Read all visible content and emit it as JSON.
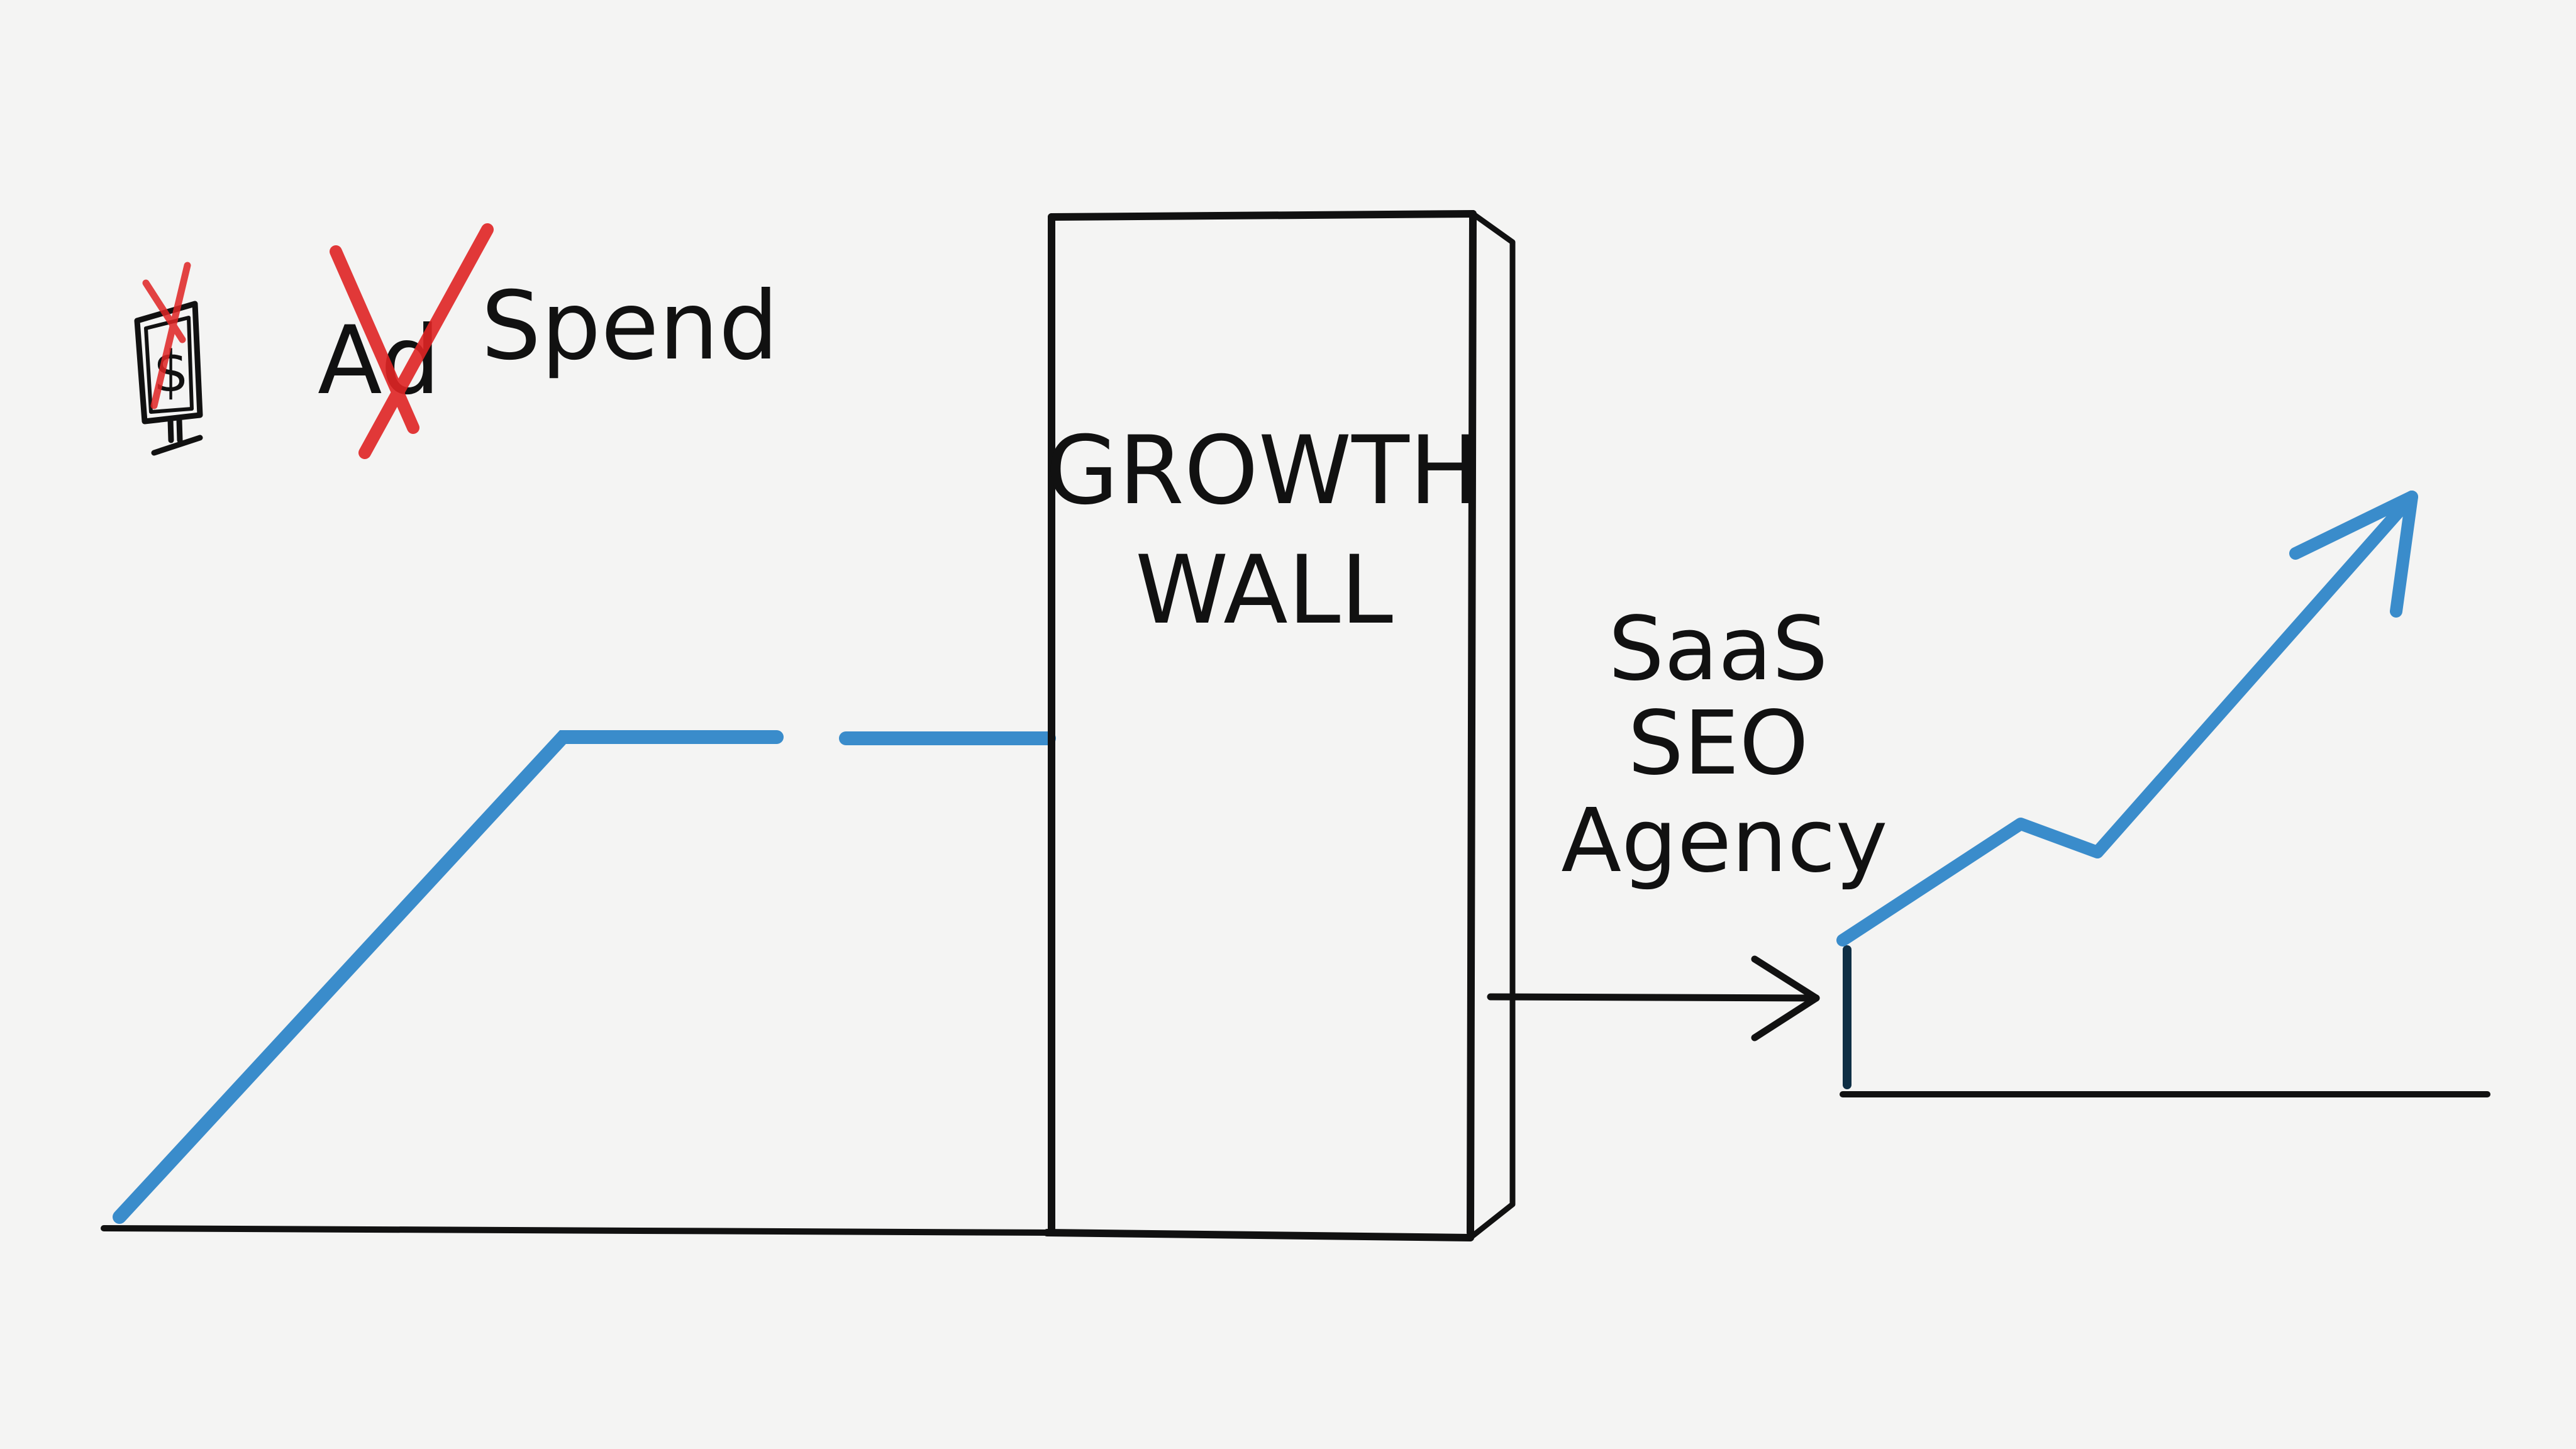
{
  "labels": {
    "ad_word": "Ad",
    "spend_word": "Spend",
    "dollar_symbol": "$",
    "wall_line1": "GROWTH",
    "wall_line2": "WALL",
    "solution_line1": "SaaS",
    "solution_line2": "SEO",
    "solution_line3": "Agency"
  },
  "icons": {
    "ad_monitor": "monitor-dollar-icon",
    "cross_out": "red-x-icon",
    "transition_arrow": "arrow-right-icon",
    "growth_arrow": "arrow-up-right-icon"
  },
  "colors": {
    "background": "#f4f4f3",
    "ink": "#111111",
    "growth_line": "#3a8ccb",
    "cross_red": "#e02424"
  }
}
